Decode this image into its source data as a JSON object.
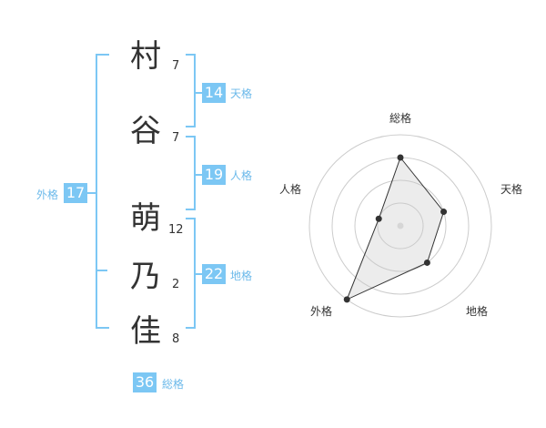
{
  "colors": {
    "accent": "#7cc7f4",
    "label": "#6bb9ea",
    "text": "#333333",
    "grid": "#cccccc"
  },
  "name": {
    "characters": [
      "村",
      "谷",
      "萌",
      "乃",
      "佳"
    ],
    "strokes": [
      "7",
      "7",
      "12",
      "2",
      "8"
    ]
  },
  "fortunes": {
    "tenkaku": {
      "value": "14",
      "label": "天格"
    },
    "jinkaku": {
      "value": "19",
      "label": "人格"
    },
    "chikaku": {
      "value": "22",
      "label": "地格"
    },
    "gaikaku": {
      "value": "17",
      "label": "外格"
    },
    "soukaku": {
      "value": "36",
      "label": "総格"
    }
  },
  "chart_data": {
    "type": "radar",
    "axes": [
      "総格",
      "天格",
      "地格",
      "外格",
      "人格"
    ],
    "rings": 4,
    "values": [
      2,
      1,
      1,
      3,
      0
    ]
  }
}
